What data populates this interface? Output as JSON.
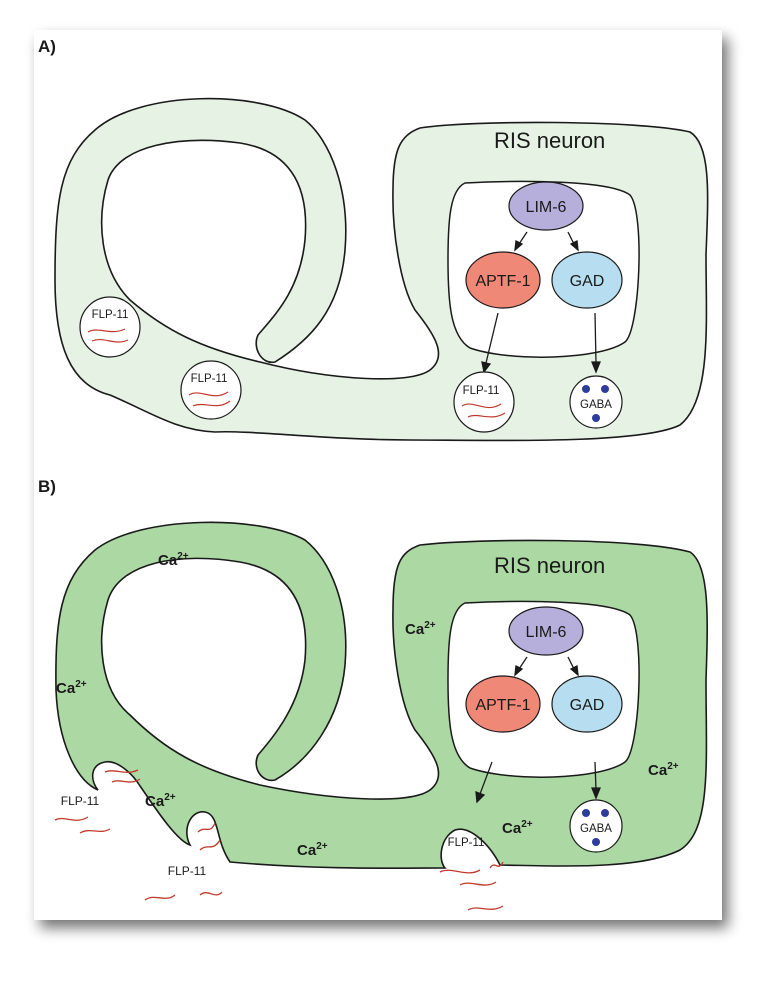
{
  "panels": [
    {
      "label": "A)",
      "title": "RIS neuron",
      "nodes": {
        "lim6": "LIM-6",
        "aptf1": "APTF-1",
        "gad": "GAD",
        "gaba": "GABA"
      },
      "vesicles": [
        "FLP-11",
        "FLP-11",
        "FLP-11"
      ]
    },
    {
      "label": "B)",
      "title": "RIS neuron",
      "nodes": {
        "lim6": "LIM-6",
        "aptf1": "APTF-1",
        "gad": "GAD",
        "gaba": "GABA"
      },
      "vesicles": [
        "FLP-11"
      ],
      "released": [
        "FLP-11",
        "FLP-11"
      ],
      "calcium_label": "Ca",
      "calcium_sup": "2+"
    }
  ],
  "colors": {
    "cell_fill_a": "#e6f3e4",
    "cell_fill_b": "#acd8a4",
    "lim6": "#b6aedb",
    "aptf1": "#f08878",
    "gad": "#b6def0",
    "gaba_dots": "#2e3c9c",
    "flp11_lines": "#c0392b"
  }
}
